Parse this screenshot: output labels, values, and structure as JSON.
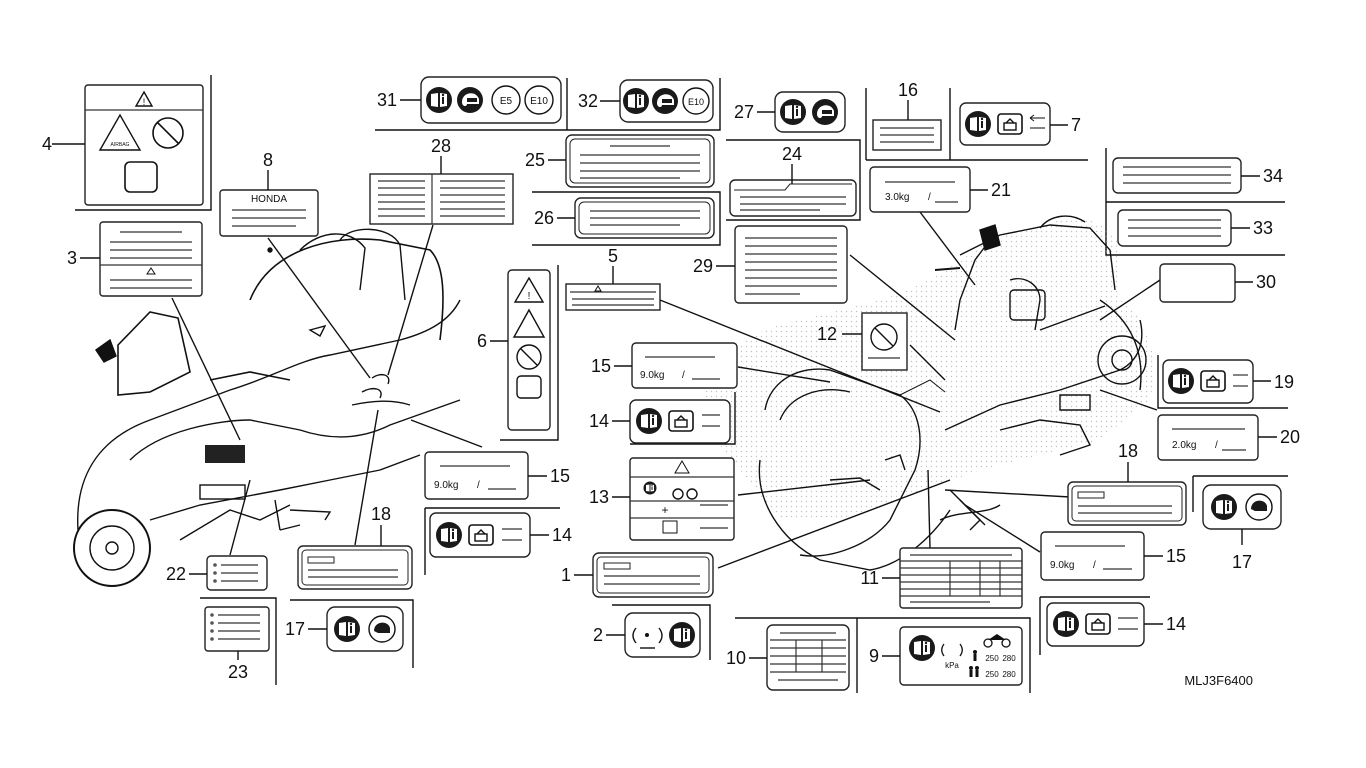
{
  "labels": {
    "l1": "1",
    "l2": "2",
    "l3": "3",
    "l4": "4",
    "l5": "5",
    "l6": "6",
    "l7": "7",
    "l8": "8",
    "l9": "9",
    "l10": "10",
    "l11": "11",
    "l12": "12",
    "l13": "13",
    "l14": "14",
    "l15": "15",
    "l16": "16",
    "l17": "17",
    "l18": "18",
    "l19": "19",
    "l20": "20",
    "l21": "21",
    "l22": "22",
    "l23": "23",
    "l24": "24",
    "l25": "25",
    "l26": "26",
    "l27": "27",
    "l28": "28",
    "l29": "29",
    "l30": "30",
    "l31": "31",
    "l32": "32",
    "l33": "33",
    "l34": "34"
  },
  "label_texts": {
    "honda": "HONDA",
    "weight_9": "9.0kg",
    "weight_3": "3.0kg",
    "weight_2": "2.0kg",
    "slash": "/",
    "e5": "E5",
    "e10": "E10",
    "kpa": "kPa",
    "tire_a1": "250",
    "tire_a2": "280",
    "tire_b1": "250",
    "tire_b2": "280",
    "airbag": "AIRBAG",
    "warn": "!"
  },
  "diagram_code": "MLJ3F6400",
  "colors": {
    "line": "#111111",
    "manual": "#1a1a1a",
    "stipple": "#999999"
  }
}
